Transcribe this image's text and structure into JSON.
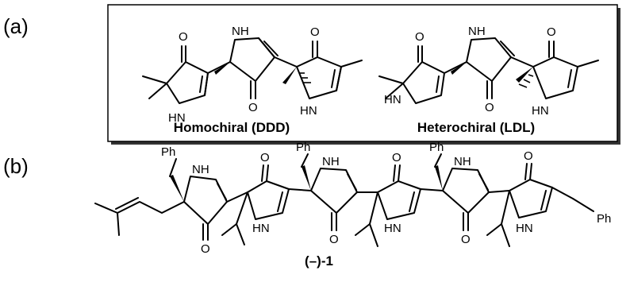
{
  "figure": {
    "panel_a_label": "(a)",
    "panel_b_label": "(b)",
    "caption_homochiral": "Homochiral (DDD)",
    "caption_heterochiral": "Heterochiral (LDL)",
    "compound_label": "(–)-1"
  },
  "atoms": {
    "O": "O",
    "NH": "NH",
    "HN": "HN",
    "Ph": "Ph"
  }
}
